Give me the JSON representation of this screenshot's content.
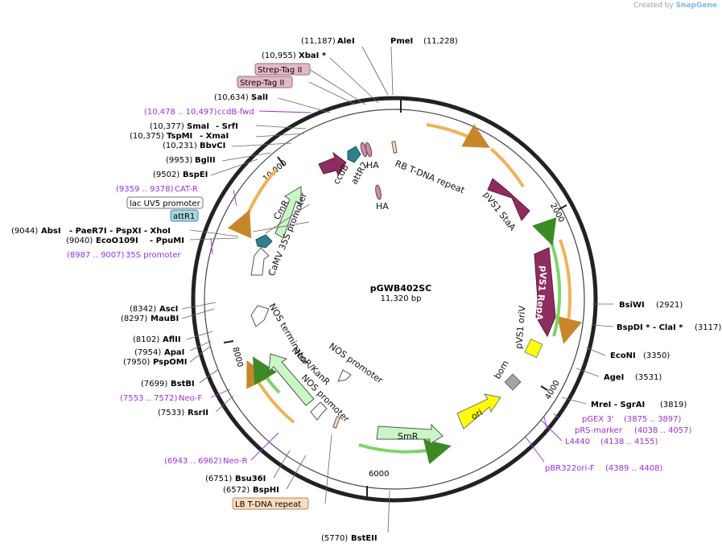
{
  "credit": {
    "prefix": "Created by",
    "brand": "SnapGene"
  },
  "plasmid": {
    "name": "pGWB402SC",
    "size": "11,320 bp",
    "length": 11320
  },
  "ticks": [
    "2000",
    "4000",
    "6000",
    "8000",
    "10,000"
  ],
  "sites": [
    {
      "id": "ale",
      "label": "AleI",
      "pos": "(11,187)"
    },
    {
      "id": "pme",
      "label": "PmeI",
      "pos": "(11,228)"
    },
    {
      "id": "xba",
      "label": "XbaI *",
      "pos": "(10,955)"
    },
    {
      "id": "sal",
      "label": "SalI",
      "pos": "(10,634)"
    },
    {
      "id": "sma",
      "label": "SmaI",
      "pos": "(10,377)",
      "extra": "- SrfI"
    },
    {
      "id": "tspmi",
      "label": "TspMI",
      "pos": "(10,375)",
      "extra": "- XmaI"
    },
    {
      "id": "bbvci",
      "label": "BbvCI",
      "pos": "(10,231)"
    },
    {
      "id": "bglii",
      "label": "BglII",
      "pos": "(9953)"
    },
    {
      "id": "bspei",
      "label": "BspEI",
      "pos": "(9502)"
    },
    {
      "id": "absi",
      "label": "AbsI",
      "pos": "(9044)",
      "extra": "- PaeR7I   - PspXI   - XhoI"
    },
    {
      "id": "eco",
      "label": "EcoO109I",
      "pos": "(9040)",
      "extra": "- PpuMI"
    },
    {
      "id": "asci",
      "label": "AscI",
      "pos": "(8342)"
    },
    {
      "id": "maubi",
      "label": "MauBI",
      "pos": "(8297)"
    },
    {
      "id": "aflii",
      "label": "AflII",
      "pos": "(8102)"
    },
    {
      "id": "apai",
      "label": "ApaI",
      "pos": "(7954)"
    },
    {
      "id": "pspomi",
      "label": "PspOMI",
      "pos": "(7950)"
    },
    {
      "id": "bstbi",
      "label": "BstBI",
      "pos": "(7699)"
    },
    {
      "id": "rsrii",
      "label": "RsrII",
      "pos": "(7533)"
    },
    {
      "id": "bsu36i",
      "label": "Bsu36I",
      "pos": "(6751)"
    },
    {
      "id": "bsphi",
      "label": "BspHI",
      "pos": "(6572)"
    },
    {
      "id": "bsteii",
      "label": "BstEII",
      "pos": "(5770)"
    },
    {
      "id": "bsiwi",
      "label": "BsiWI",
      "pos": "(2921)"
    },
    {
      "id": "bspdi",
      "label": "BspDI *  - ClaI *",
      "pos": "(3117)"
    },
    {
      "id": "econi",
      "label": "EcoNI",
      "pos": "(3350)"
    },
    {
      "id": "agei",
      "label": "AgeI",
      "pos": "(3531)"
    },
    {
      "id": "mrei",
      "label": "MreI   - SgrAI",
      "pos": "(3819)"
    }
  ],
  "primers": [
    {
      "id": "ccdbfwd",
      "label": "ccdB-fwd",
      "range": "(10,478 .. 10,497)"
    },
    {
      "id": "catr",
      "label": "CAT-R",
      "range": "(9359 .. 9378)"
    },
    {
      "id": "p35s",
      "label": "35S promoter",
      "range": "(8987 .. 9007)"
    },
    {
      "id": "neof",
      "label": "Neo-F",
      "range": "(7553 .. 7572)"
    },
    {
      "id": "neor",
      "label": "Neo-R",
      "range": "(6943 .. 6962)"
    },
    {
      "id": "pgex",
      "label": "pGEX 3'",
      "range": "(3875 .. 3897)"
    },
    {
      "id": "prs",
      "label": "pRS-marker",
      "range": "(4038 .. 4057)"
    },
    {
      "id": "l4440",
      "label": "L4440",
      "range": "(4138 .. 4155)"
    },
    {
      "id": "pbr",
      "label": "pBR322ori-F",
      "range": "(4389 .. 4408)"
    }
  ],
  "boxed_labels": {
    "strep1": "Strep-Tag II",
    "strep2": "Strep-Tag II",
    "lacuv5": "lac UV5 promoter",
    "attr1": "attR1",
    "lbrepeat": "LB T-DNA repeat"
  },
  "features": {
    "rb": "RB T-DNA repeat",
    "sta": "pVS1 StaA",
    "repa": "pVS1 RepA",
    "vsori": "pVS1 oriV",
    "bom": "bom",
    "ori": "ori",
    "smr": "SmR",
    "nosprom": "NOS promoter",
    "nosprom2": "NOS promoter",
    "neokan": "NeoR/KanR",
    "nosterm": "NOS terminator",
    "camv": "CaMV 35S promoter",
    "cmr": "CmR",
    "ccdb": "ccdB",
    "attr2": "attR2",
    "ha1": "HA",
    "ha2": "HA"
  },
  "colors": {
    "backbone": "#222222",
    "primer": "#9a2fd6",
    "magenta": "#8e2d5f",
    "orange": "#f0b25a",
    "green": "#7ed36a",
    "yellow": "#ffff00",
    "teal": "#2f7f8f",
    "lightgreen": "#c8f7c5"
  }
}
